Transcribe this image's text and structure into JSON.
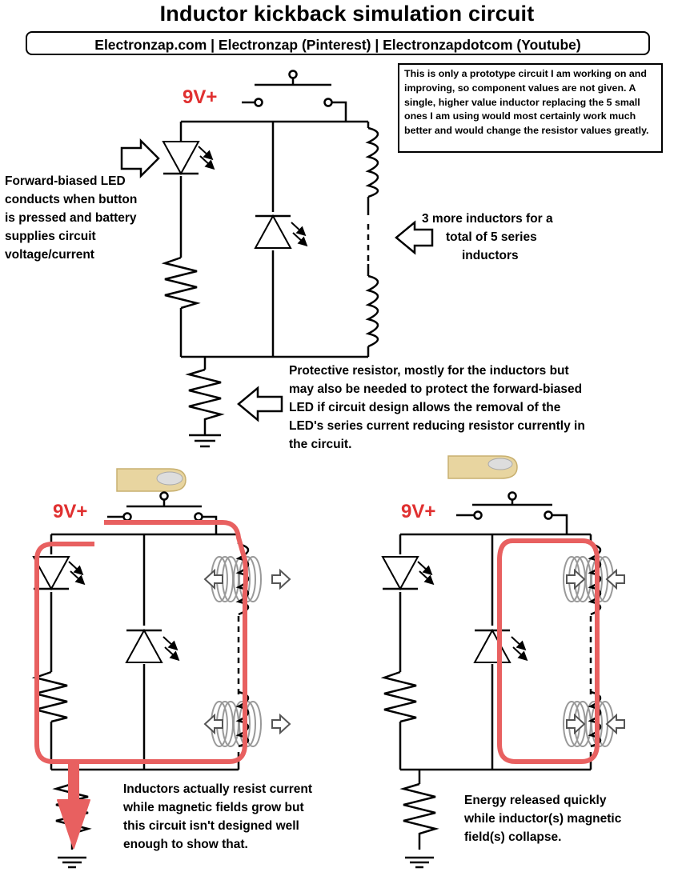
{
  "title": "Inductor kickback simulation circuit",
  "links": "Electronzap.com | Electronzap (Pinterest) | Electronzapdotcom (Youtube)",
  "note": "This is only a prototype circuit I am working on and improving, so component values are not given. A single, higher value inductor replacing the 5 small ones I am using would most certainly work much better and would change the resistor values greatly.",
  "battery_label": "9V+",
  "labels": {
    "led_line1": "Forward-biased LED",
    "led_line2": "conducts when button",
    "led_line3": "is pressed and battery",
    "led_line4": "supplies circuit",
    "led_line5": "voltage/current",
    "ind_line1": "3 more inductors for a",
    "ind_line2": "total of 5 series",
    "ind_line3": "inductors",
    "res_line1": "Protective resistor, mostly for the inductors but",
    "res_line2": "may also be needed to protect the forward-biased",
    "res_line3": "LED if circuit design allows the removal of the",
    "res_line4": "LED's series current reducing resistor currently in",
    "res_line5": "the circuit.",
    "left_line1": "Inductors actually resist current",
    "left_line2": "while magnetic fields grow but",
    "left_line3": "this circuit isn't designed well",
    "left_line4": "enough to show that.",
    "right_line1": "Energy released quickly",
    "right_line2": "while inductor(s) magnetic",
    "right_line3": "field(s) collapse."
  },
  "colors": {
    "current_path": "#e86060",
    "text_red": "#e03030",
    "finger": "#e8d5a0"
  }
}
